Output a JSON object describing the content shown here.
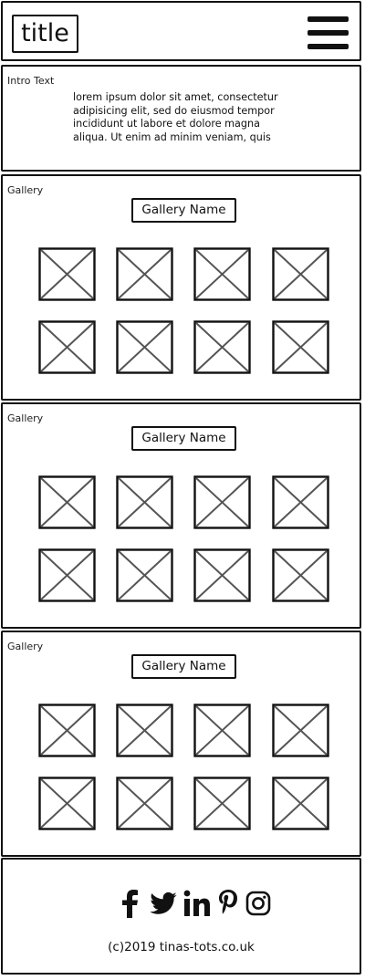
{
  "header": {
    "title": "title"
  },
  "intro": {
    "label": "Intro Text",
    "lines": [
      "lorem ipsum dolor sit amet, consectetur",
      "adipisicing elit, sed do eiusmod tempor",
      "incididunt ut labore et dolore magna",
      "aliqua. Ut enim ad minim veniam, quis"
    ]
  },
  "galleries": [
    {
      "label": "Gallery",
      "name": "Gallery Name",
      "image_count": 8
    },
    {
      "label": "Gallery",
      "name": "Gallery Name",
      "image_count": 8
    },
    {
      "label": "Gallery",
      "name": "Gallery Name",
      "image_count": 8
    }
  ],
  "footer": {
    "social_icons": [
      "facebook-icon",
      "twitter-icon",
      "linkedin-icon",
      "pinterest-icon",
      "instagram-icon"
    ],
    "copyright": "(c)2019 tinas-tots.co.uk"
  }
}
